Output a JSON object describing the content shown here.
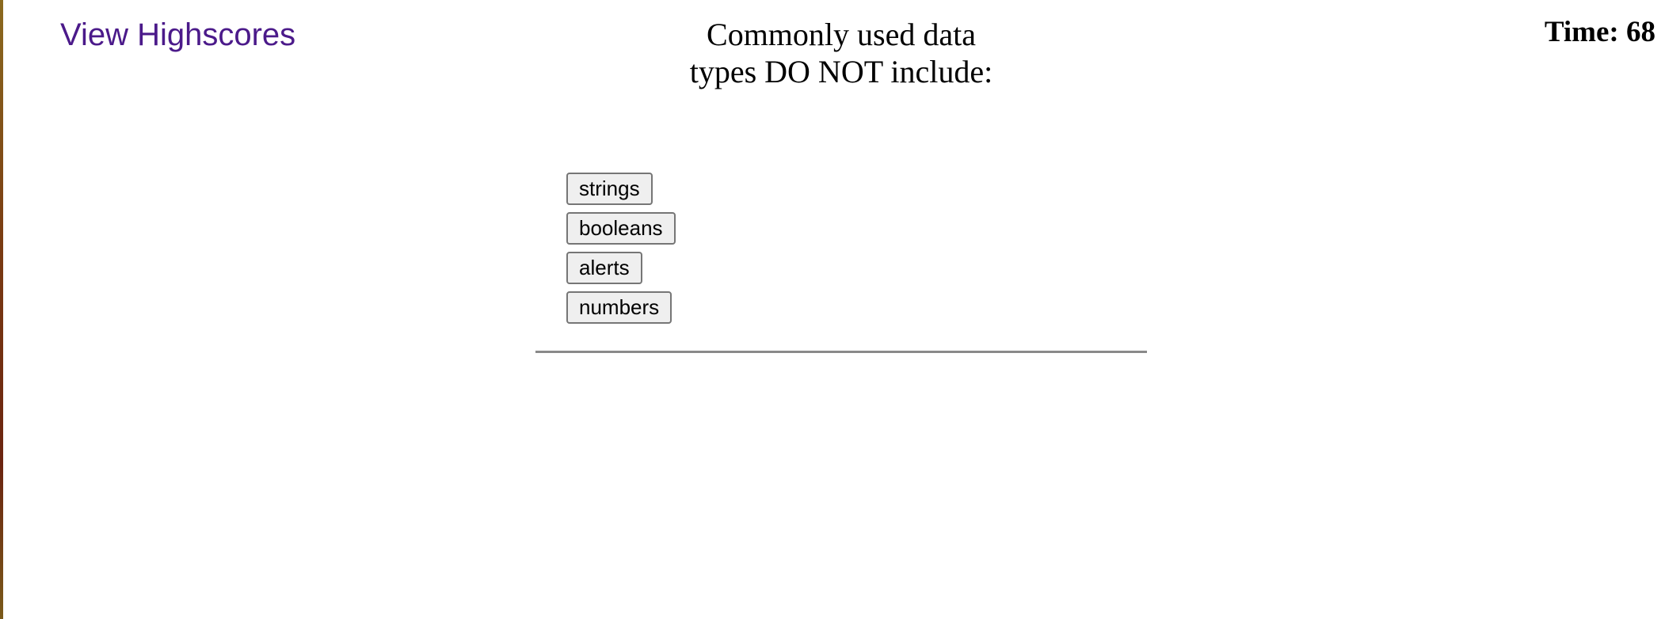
{
  "header": {
    "highscores_link": "View Highscores",
    "timer": "Time: 68"
  },
  "question": {
    "line1": "Commonly used data",
    "line2": "types DO NOT include:"
  },
  "choices": [
    {
      "label": "strings"
    },
    {
      "label": "booleans"
    },
    {
      "label": "alerts"
    },
    {
      "label": "numbers"
    }
  ]
}
